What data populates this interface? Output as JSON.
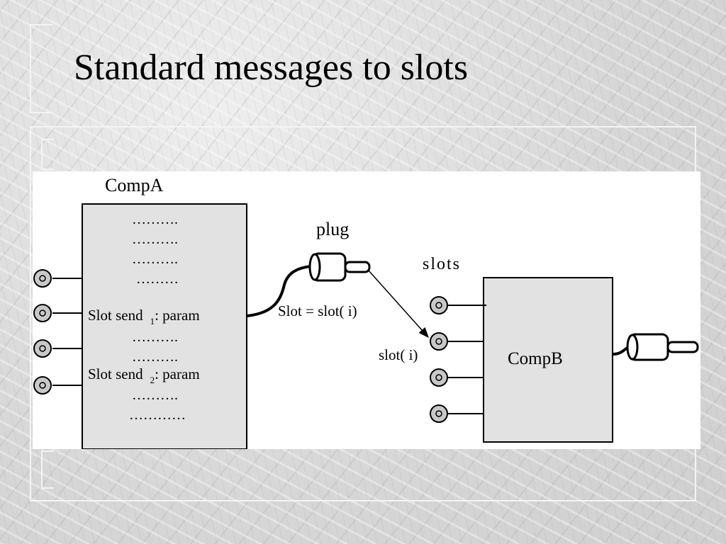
{
  "slide": {
    "title": "Standard messages to slots"
  },
  "diagram": {
    "comp_a": {
      "label": "CompA",
      "lines": [
        "……….",
        "……….",
        "……….",
        "………",
        "……….",
        "……….",
        "……….",
        "…………"
      ],
      "send1": {
        "text": "Slot send",
        "sub": "1",
        "suffix": ": param"
      },
      "send2": {
        "text": "Slot send",
        "sub": "2",
        "suffix": ": param"
      }
    },
    "plug": {
      "label": "plug",
      "assignment": "Slot = slot(   i)"
    },
    "slots": {
      "label": "slots",
      "target": "slot( i)"
    },
    "comp_b": {
      "label": "CompB"
    },
    "colors": {
      "box_fill": "#e2e2e2",
      "connector_fill": "#c8c8c8",
      "stroke": "#000000"
    },
    "icons": [
      "connector-icon",
      "plug-icon"
    ]
  }
}
